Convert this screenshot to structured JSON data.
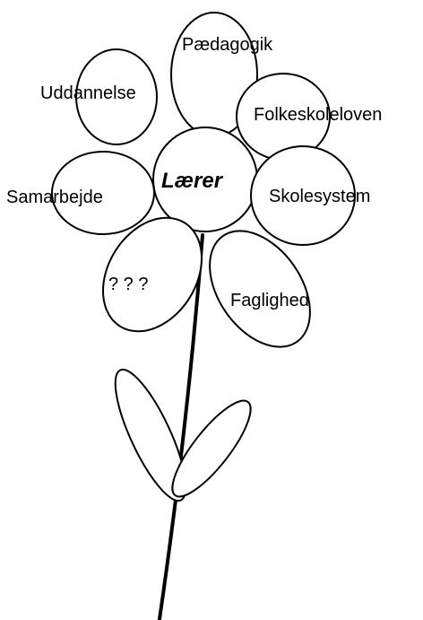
{
  "flower": {
    "center": "Lærer",
    "petals": [
      "Pædagogik",
      "Uddannelse",
      "Folkeskoleloven",
      "Samarbejde",
      "Skolesystem",
      "? ? ?",
      "Faglighed"
    ]
  }
}
